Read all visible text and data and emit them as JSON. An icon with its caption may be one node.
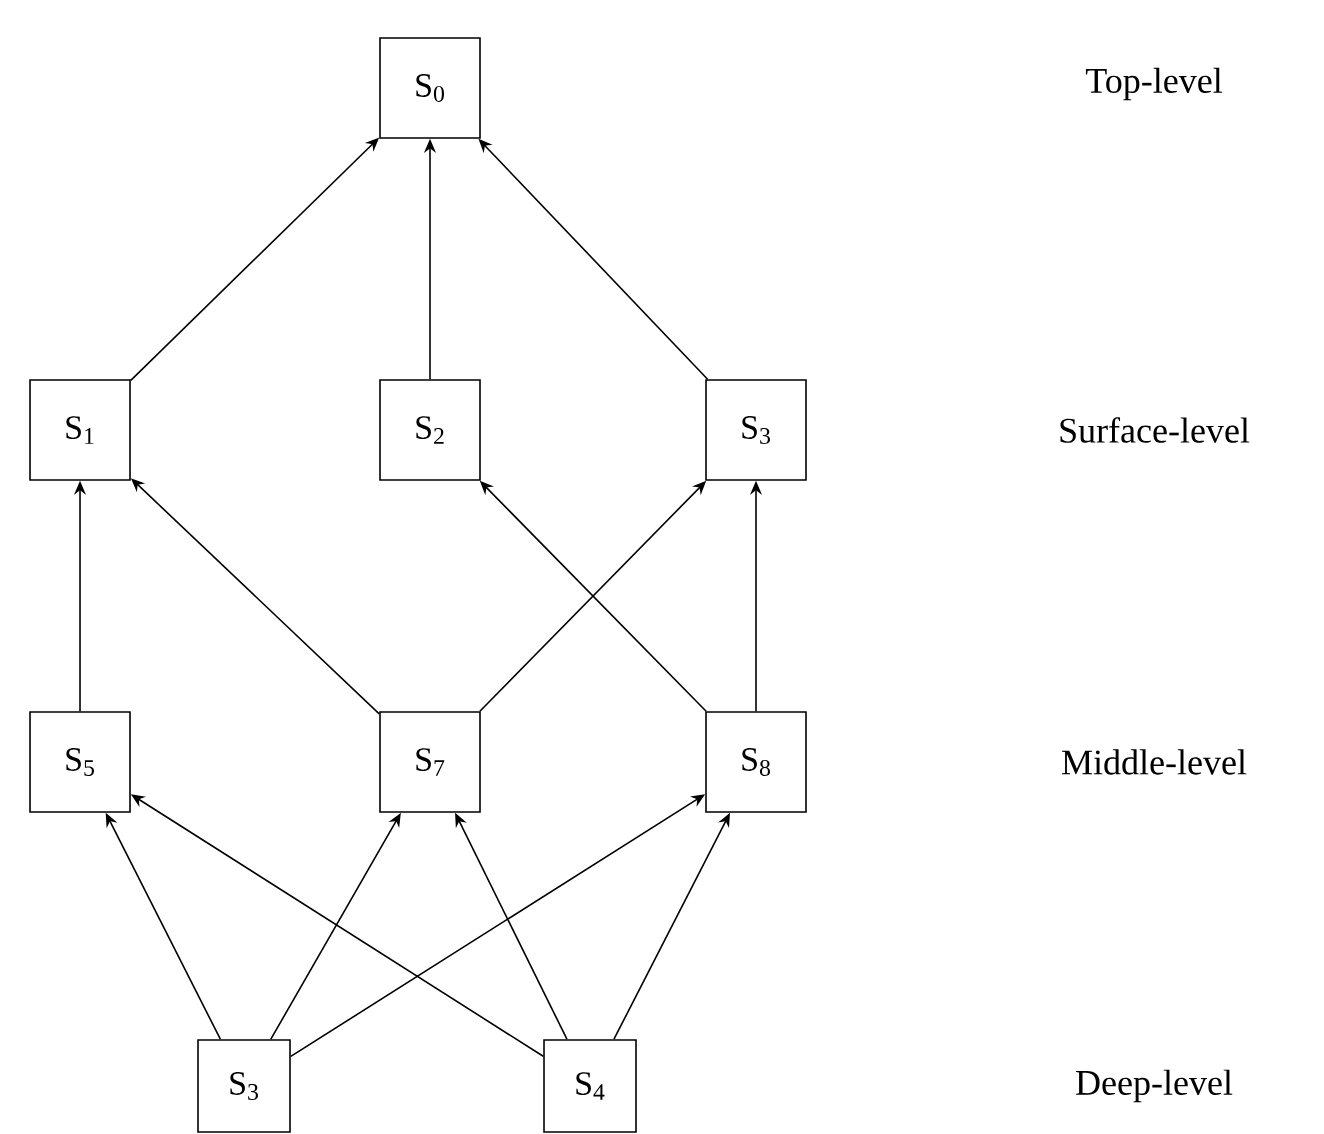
{
  "diagram": {
    "nodes": [
      {
        "text": [
          "S$_{0}$"
        ]
      },
      {
        "text": [
          "S$_{1}$"
        ]
      },
      {
        "text": [
          "S$_{2}$"
        ]
      },
      {
        "text": [
          "S$_{3}$"
        ]
      },
      {
        "text": [
          "S$_{5}$"
        ]
      },
      {
        "text": [
          "S$_{7}$"
        ]
      },
      {
        "text": [
          "S$_{8}$"
        ]
      },
      {
        "text": [
          "S$_{3}$"
        ]
      },
      {
        "text": [
          "S$_{4}$"
        ]
      }
    ],
    "edges": [
      {
        "from": 1,
        "to": 0,
        "arrow": "to"
      },
      {
        "from": 2,
        "to": 0,
        "arrow": "to"
      },
      {
        "from": 3,
        "to": 0,
        "arrow": "to"
      },
      {
        "from": 4,
        "to": 1,
        "arrow": "to"
      },
      {
        "from": 5,
        "to": 1,
        "arrow": "to"
      },
      {
        "from": 5,
        "to": 3,
        "arrow": "to"
      },
      {
        "from": 6,
        "to": 2,
        "arrow": "to"
      },
      {
        "from": 6,
        "to": 3,
        "arrow": "to"
      },
      {
        "from": 7,
        "to": 4,
        "arrow": "to"
      },
      {
        "from": 7,
        "to": 5,
        "arrow": "to"
      },
      {
        "from": 7,
        "to": 6,
        "arrow": "to"
      },
      {
        "from": 8,
        "to": 4,
        "arrow": "to"
      },
      {
        "from": 8,
        "to": 5,
        "arrow": "to"
      },
      {
        "from": 8,
        "to": 6,
        "arrow": "to"
      }
    ],
    "labels": [
      "Top-level",
      "Surface-level",
      "Middle-level",
      "Deep-level"
    ]
  }
}
